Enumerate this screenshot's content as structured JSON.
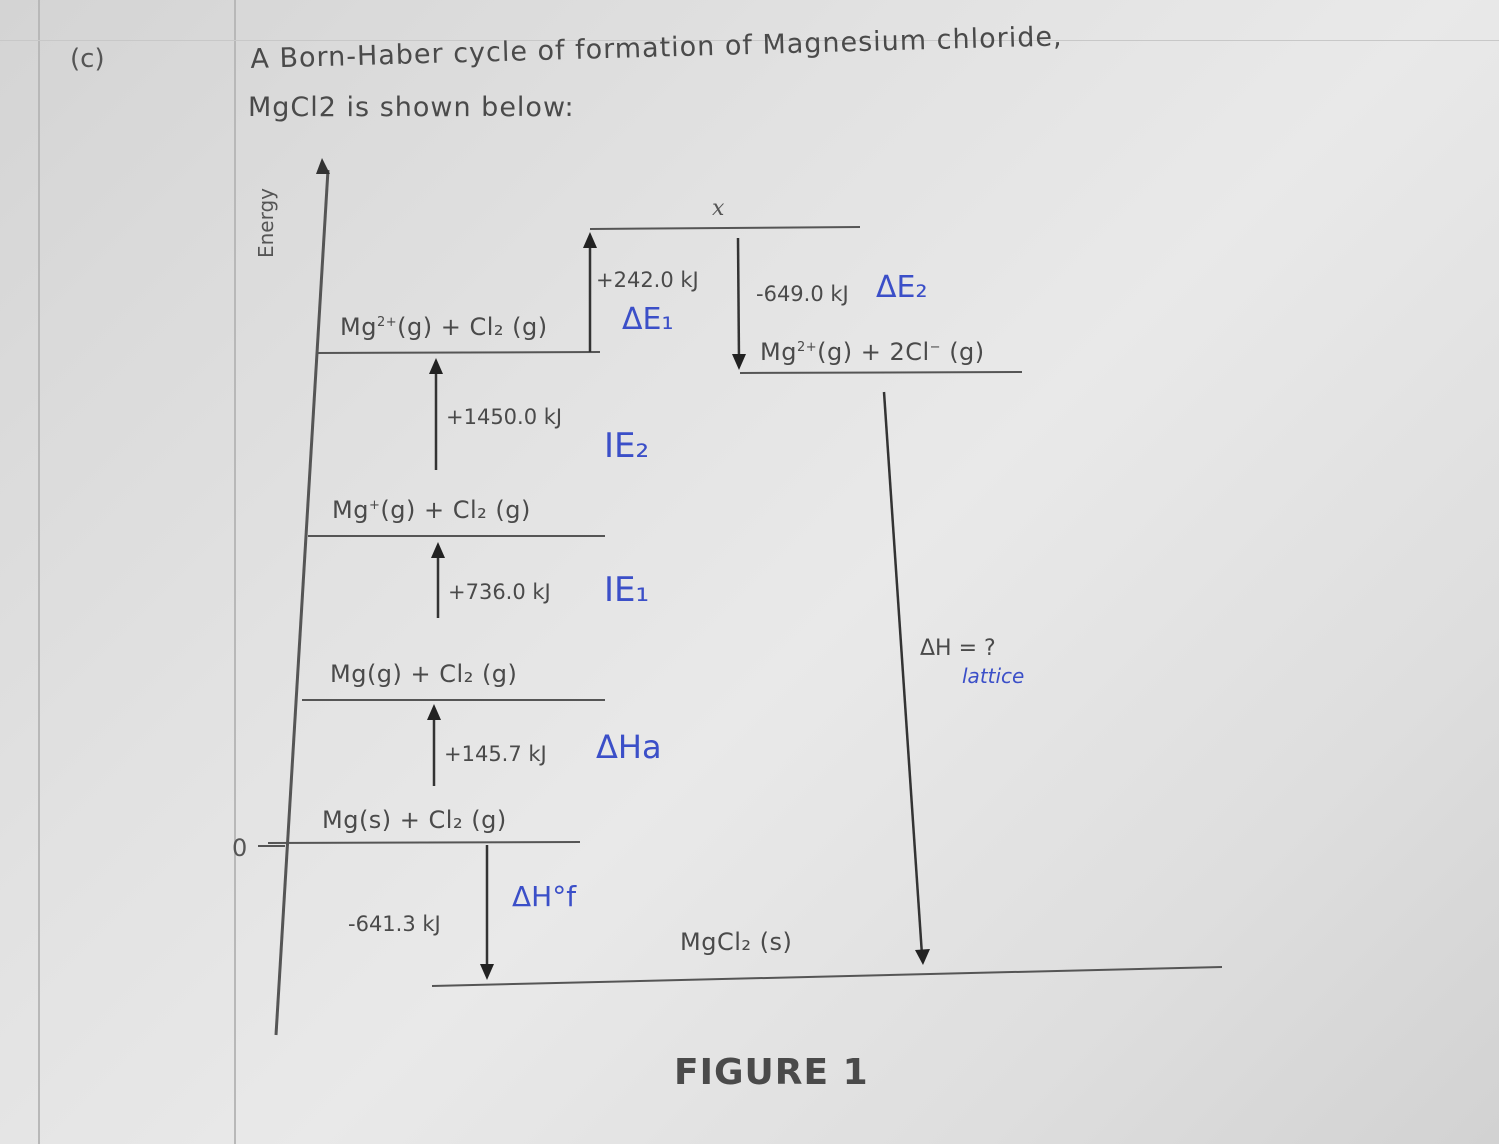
{
  "question_label": "(c)",
  "intro_line1": "A Born-Haber cycle of formation of Magnesium chloride,",
  "intro_line2": "MgCl2 is shown below:",
  "axis": {
    "ylabel": "Energy",
    "zero_label": "0"
  },
  "levels": {
    "x_label": "x",
    "mg2_cl2": {
      "main": "Mg",
      "sup": "2+",
      "rest": "(g) + Cl₂ (g)"
    },
    "mg2_2cl": {
      "main": "Mg",
      "sup": "2+",
      "rest": "(g) + 2Cl",
      "sup2": "−",
      "rest2": " (g)"
    },
    "mg1_cl2": {
      "main": "Mg",
      "sup": "+",
      "rest": "(g) + Cl₂ (g)"
    },
    "mg_g": "Mg(g) + Cl₂ (g)",
    "mg_s": "Mg(s) + Cl₂ (g)",
    "mgcl2": "MgCl₂ (s)"
  },
  "arrows": {
    "de1_val": "+242.0 kJ",
    "de2_val": "-649.0 kJ",
    "ie2_val": "+1450.0 kJ",
    "ie1_val": "+736.0 kJ",
    "dha_val": "+145.7 kJ",
    "dhf_val": "-641.3 kJ",
    "lattice_val": "ΔH = ?"
  },
  "handwritten": {
    "de1": "ΔE₁",
    "de2": "ΔE₂",
    "ie2": "IE₂",
    "ie1": "IE₁",
    "dha": "ΔHa",
    "dhf": "ΔH°f",
    "lattice": "lattice"
  },
  "figure_caption": "FIGURE 1"
}
